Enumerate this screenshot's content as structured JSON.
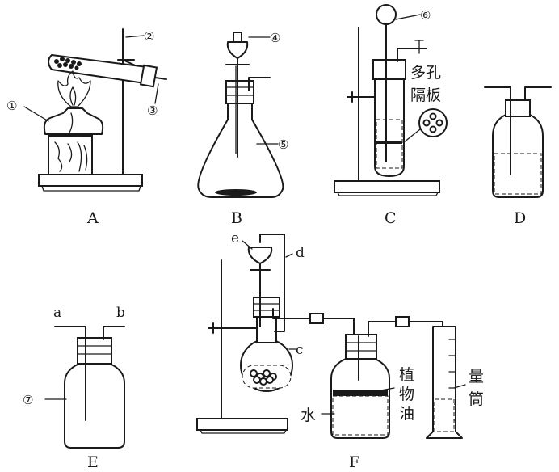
{
  "apparatus_labels": {
    "A": "A",
    "B": "B",
    "C": "C",
    "D": "D",
    "E": "E",
    "F": "F"
  },
  "part_numbers": {
    "n1": "①",
    "n2": "②",
    "n3": "③",
    "n4": "④",
    "n5": "⑤",
    "n6": "⑥",
    "n7": "⑦"
  },
  "annotations": {
    "porous_plate_line1": "多孔",
    "porous_plate_line2": "隔板",
    "veg_oil_1": "植",
    "veg_oil_2": "物",
    "veg_oil_3": "油",
    "cylinder_1": "量",
    "cylinder_2": "筒",
    "water": "水"
  },
  "port_letters": {
    "a": "a",
    "b": "b",
    "c": "c",
    "d": "d",
    "e": "e"
  }
}
